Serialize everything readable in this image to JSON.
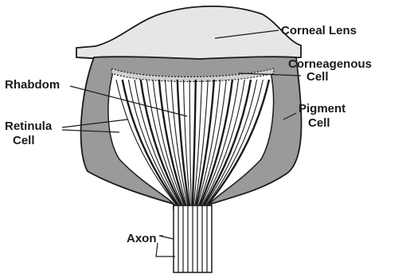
{
  "labels": {
    "corneal_lens": "Corneal Lens",
    "corneagenous_line1": "Corneagenous",
    "corneagenous_line2": "Cell",
    "rhabdom": "Rhabdom",
    "pigment_line1": "Pigment",
    "pigment_line2": "Cell",
    "retinula_line1": "Retinula",
    "retinula_line2": "Cell",
    "axon": "Axon"
  },
  "colors": {
    "lens_fill": "#e6e6e6",
    "pigment_fill": "#9a9a9a",
    "inner_fill": "#d8d8d8",
    "line": "#1a1a1a"
  }
}
